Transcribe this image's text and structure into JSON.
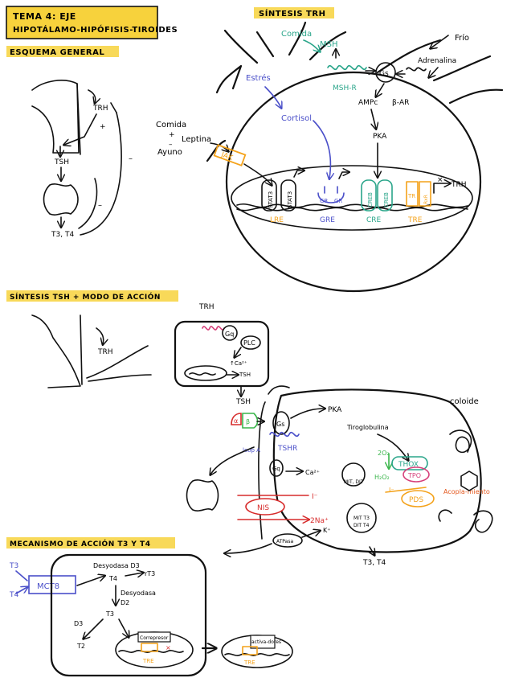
{
  "header": {
    "line1": "TEMA 4: EJE",
    "line2": "HIPOTÁLAMO-HIPÓFISIS-TIROIDES"
  },
  "sections": {
    "esquema": "ESQUEMA GENERAL",
    "trh_synthesis": "SÍNTESIS TRH",
    "tsh_synthesis": "SÍNTESIS TSH + MODO DE ACCIÓN",
    "mechanism": "MECANISMO DE ACCIÓN T3 Y T4"
  },
  "esquema": {
    "trh": "TRH",
    "plus": "+",
    "tsh": "TSH",
    "minus1": "–",
    "minus2": "–",
    "t3t4": "T3, T4"
  },
  "trh_cell": {
    "comida_top": "Comida",
    "msh": "MSH",
    "estres": "Estrés",
    "cortisol": "Cortisol",
    "mshr": "MSH-R",
    "gs": "Gs",
    "frio": "Frío",
    "adrenalina": "Adrenalina",
    "ampc": "AMPc",
    "bar": "β-AR",
    "pka": "PKA",
    "comida": "Comida",
    "ayuno": "Ayuno",
    "plus": "+",
    "minus": "–",
    "leptina": "Leptina",
    "jak": "JAK",
    "stat3": "STAT3",
    "gr": "GR",
    "creb": "CREB",
    "tr": "TR",
    "rxr": "RxR",
    "trh_out": "TRH",
    "x": "×",
    "lre": "LRE",
    "gre": "GRE",
    "cre": "CRE",
    "tre": "TRE"
  },
  "tsh_section": {
    "trh_left": "TRH",
    "trh_cell": "TRH",
    "gq": "Gq",
    "plc": "PLC",
    "ca": "↑Ca²⁺",
    "tsh_in": "TSH",
    "tsh": "TSH",
    "alpha": "α",
    "beta": "β",
    "gs": "Gs",
    "tshr": "TSHR",
    "loop": "loop A",
    "gq2": "Gq",
    "ca2": "Ca²⁺",
    "pka": "PKA",
    "coloide": "coloide",
    "tiroglobulina": "Tiroglobulina",
    "thox": "THOX",
    "o2": "2O₂",
    "h2o2": "H₂O₂",
    "tpo": "TPO",
    "mit_dit": "MIT, DIT",
    "iminus": "I⁻",
    "pds": "PDS",
    "acoplamiento": "Acopla-miento",
    "nis": "NIS",
    "i_in": "I⁻",
    "na": "2Na⁺",
    "atpasa": "ATPasa",
    "k": "K⁺",
    "mit_t3": "MIT T3",
    "dit_t4": "DIT T4",
    "t3t4": "T3, T4"
  },
  "mechanism": {
    "t3": "T3",
    "t4": "T4",
    "mct8": "MCT8",
    "desyodasa_d3": "Desyodasa D3",
    "rt3": "rT3",
    "t4_in": "T4",
    "desyodasa2": "Desyodasa",
    "d2": "D2",
    "t3_mid": "T3",
    "d3": "D3",
    "t2": "T2",
    "correpresor": "Correpresor",
    "tre": "TRE",
    "tre2": "TRE",
    "activadores": "activa-dores",
    "x": "×"
  },
  "colors": {
    "yellow": "#f7d23c",
    "teal": "#2aa58a",
    "blue": "#4a4fc9",
    "orange": "#f4a21a",
    "red": "#d72c2c",
    "pink": "#d6407a",
    "green": "#39b54a"
  }
}
